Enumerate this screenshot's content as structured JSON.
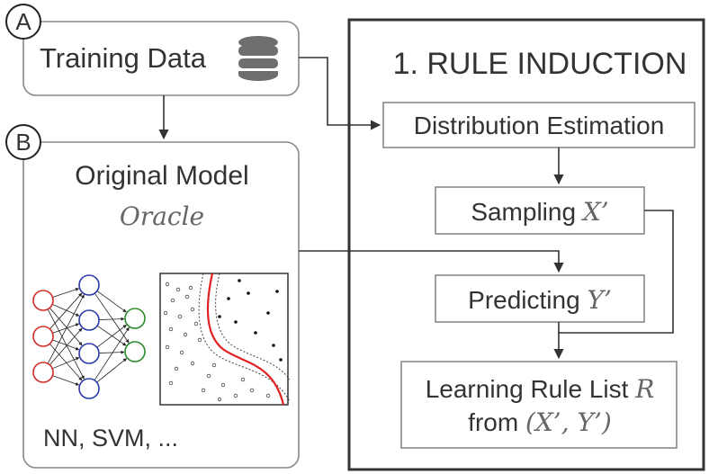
{
  "badges": {
    "a": "A",
    "b": "B"
  },
  "training": {
    "label": "Training Data",
    "icon": "database-icon"
  },
  "model": {
    "title": "Original Model",
    "subtitle": "Oracle",
    "caption": "NN, SVM, ...",
    "nn_icon": "neural-network-icon",
    "plot_icon": "decision-boundary-plot-icon"
  },
  "induction": {
    "title": "1. RULE INDUCTION",
    "step1": "Distribution Estimation",
    "step2_text": "Sampling ",
    "step2_var": "X’",
    "step3_text": "Predicting ",
    "step3_var": "Y’",
    "step4_line1_text": "Learning Rule List ",
    "step4_line1_var": "R",
    "step4_line2_text": "from ",
    "step4_line2_var": "(X’,  Y’)"
  },
  "colors": {
    "input_neuron": "#d12a2a",
    "hidden_neuron": "#2a3aa8",
    "output_neuron": "#2a8a2a",
    "boundary": "#e02020",
    "database": "#6e6e6e"
  }
}
